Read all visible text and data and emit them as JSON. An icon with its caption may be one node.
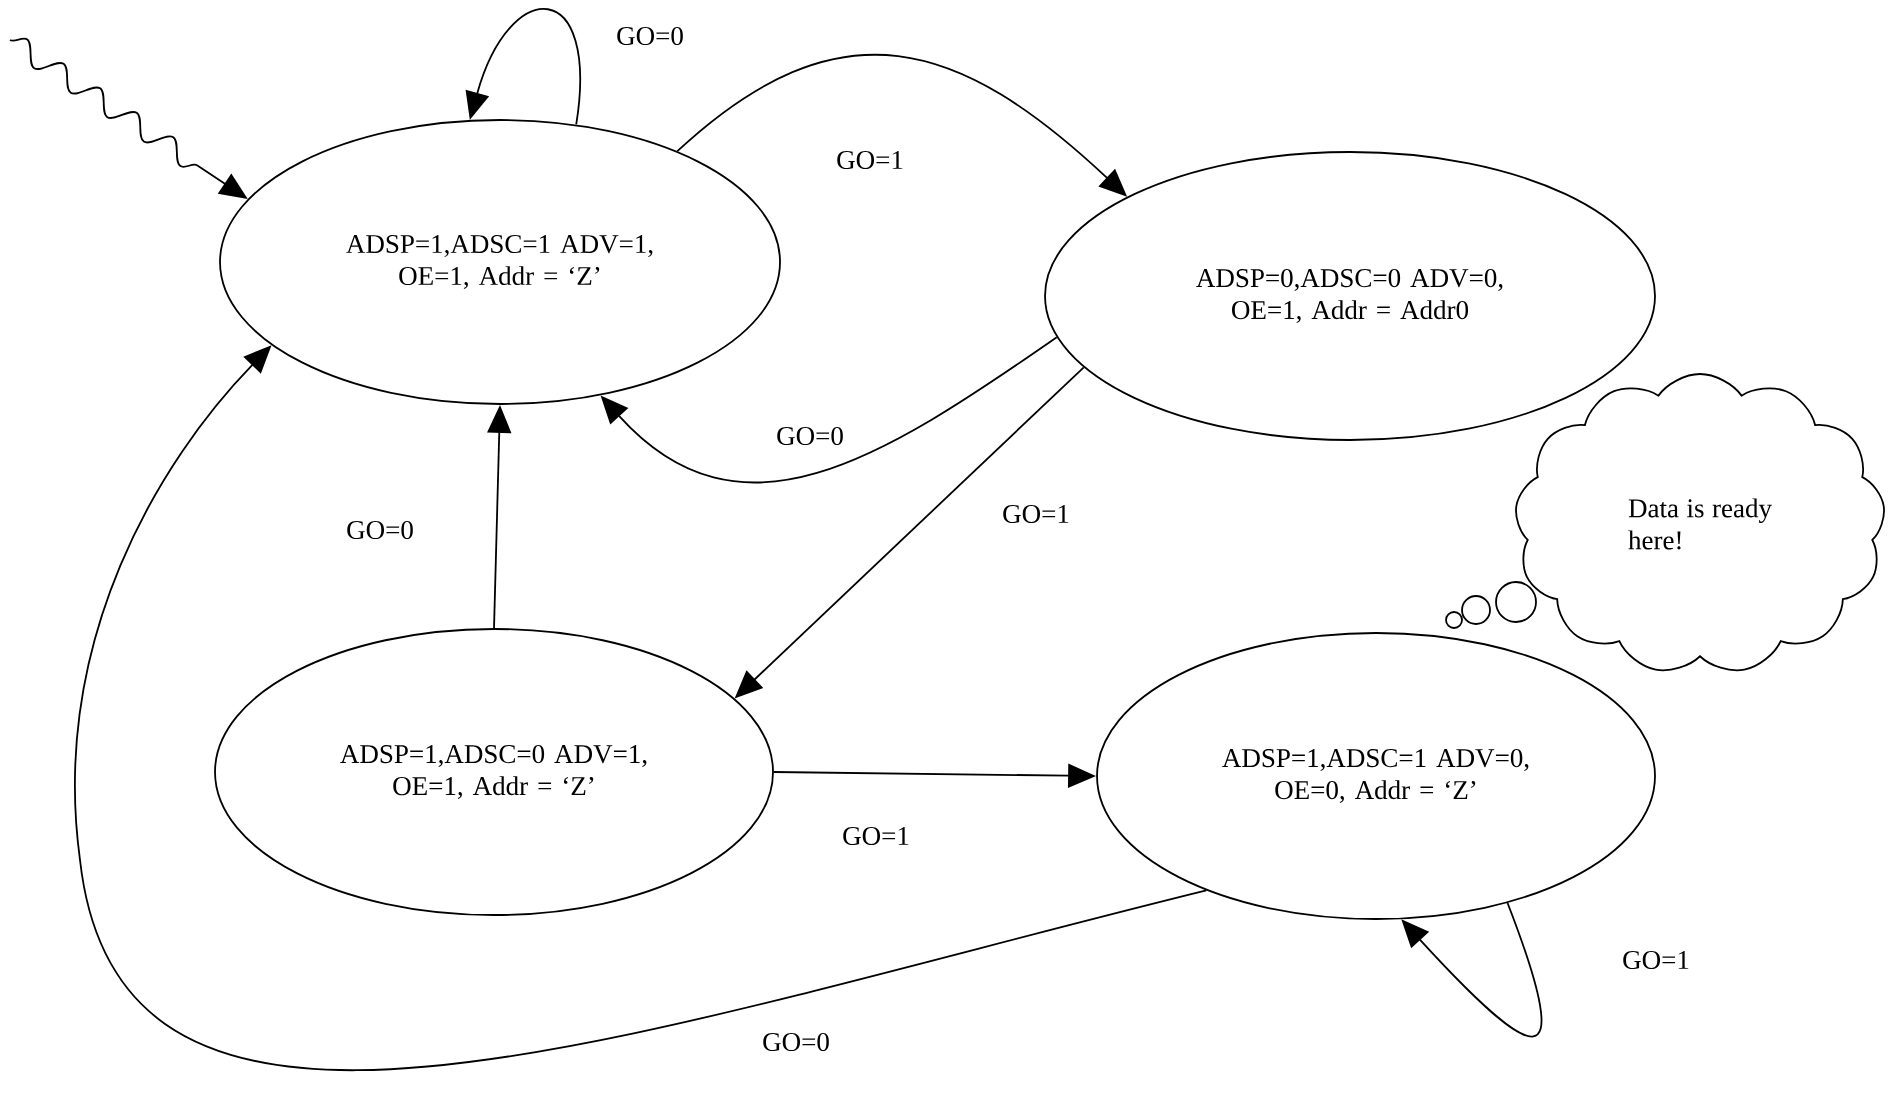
{
  "diagram": {
    "nodes": [
      {
        "text": [
          "ADSP=1,ADSC=1 ADV=1, OE=1, Addr = ‘Z’"
        ]
      },
      {
        "text": [
          "ADSP=0,ADSC=0 ADV=0, OE=1, Addr = Addr0"
        ]
      },
      {
        "text": [
          "ADSP=1,ADSC=0 ADV=1, OE=1, Addr = ‘Z’"
        ]
      },
      {
        "text": [
          "ADSP=1,ADSC=1 ADV=0, OE=0, Addr = ‘Z’"
        ]
      },
      {
        "text": [
          "Data is ready here!"
        ]
      }
    ],
    "edges": [
      {
        "from": null,
        "to": 0,
        "arrow": "to"
      },
      {
        "from": 0,
        "to": 0,
        "arrow": "to",
        "label": "GO=0"
      },
      {
        "from": 0,
        "to": 1,
        "arrow": "to",
        "label": "GO=1"
      },
      {
        "from": 1,
        "to": 0,
        "arrow": "to",
        "label": "GO=0"
      },
      {
        "from": 1,
        "to": 2,
        "arrow": "to",
        "label": "GO=1"
      },
      {
        "from": 2,
        "to": 0,
        "arrow": "to",
        "label": "GO=0"
      },
      {
        "from": 2,
        "to": 3,
        "arrow": "to",
        "label": "GO=1"
      },
      {
        "from": 3,
        "to": 3,
        "arrow": "to",
        "label": "GO=1"
      },
      {
        "from": 3,
        "to": 0,
        "arrow": "to",
        "label": "GO=0"
      }
    ]
  }
}
